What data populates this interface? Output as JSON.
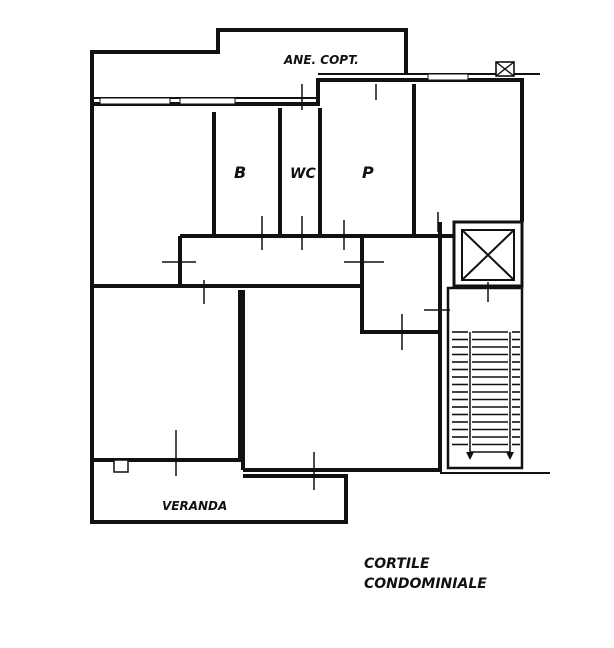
{
  "labels": {
    "annex": "ANE. COPT.",
    "bath": "B",
    "wc": "WC",
    "p": "P",
    "veranda": "VERANDA",
    "courtyard_line1": "CORTILE",
    "courtyard_line2": "CONDOMINIALE"
  },
  "colors": {
    "ink": "#111111",
    "paper": "#ffffff"
  },
  "icons": [
    "elevator-shaft-icon",
    "chimney-icon",
    "stairs-icon"
  ]
}
